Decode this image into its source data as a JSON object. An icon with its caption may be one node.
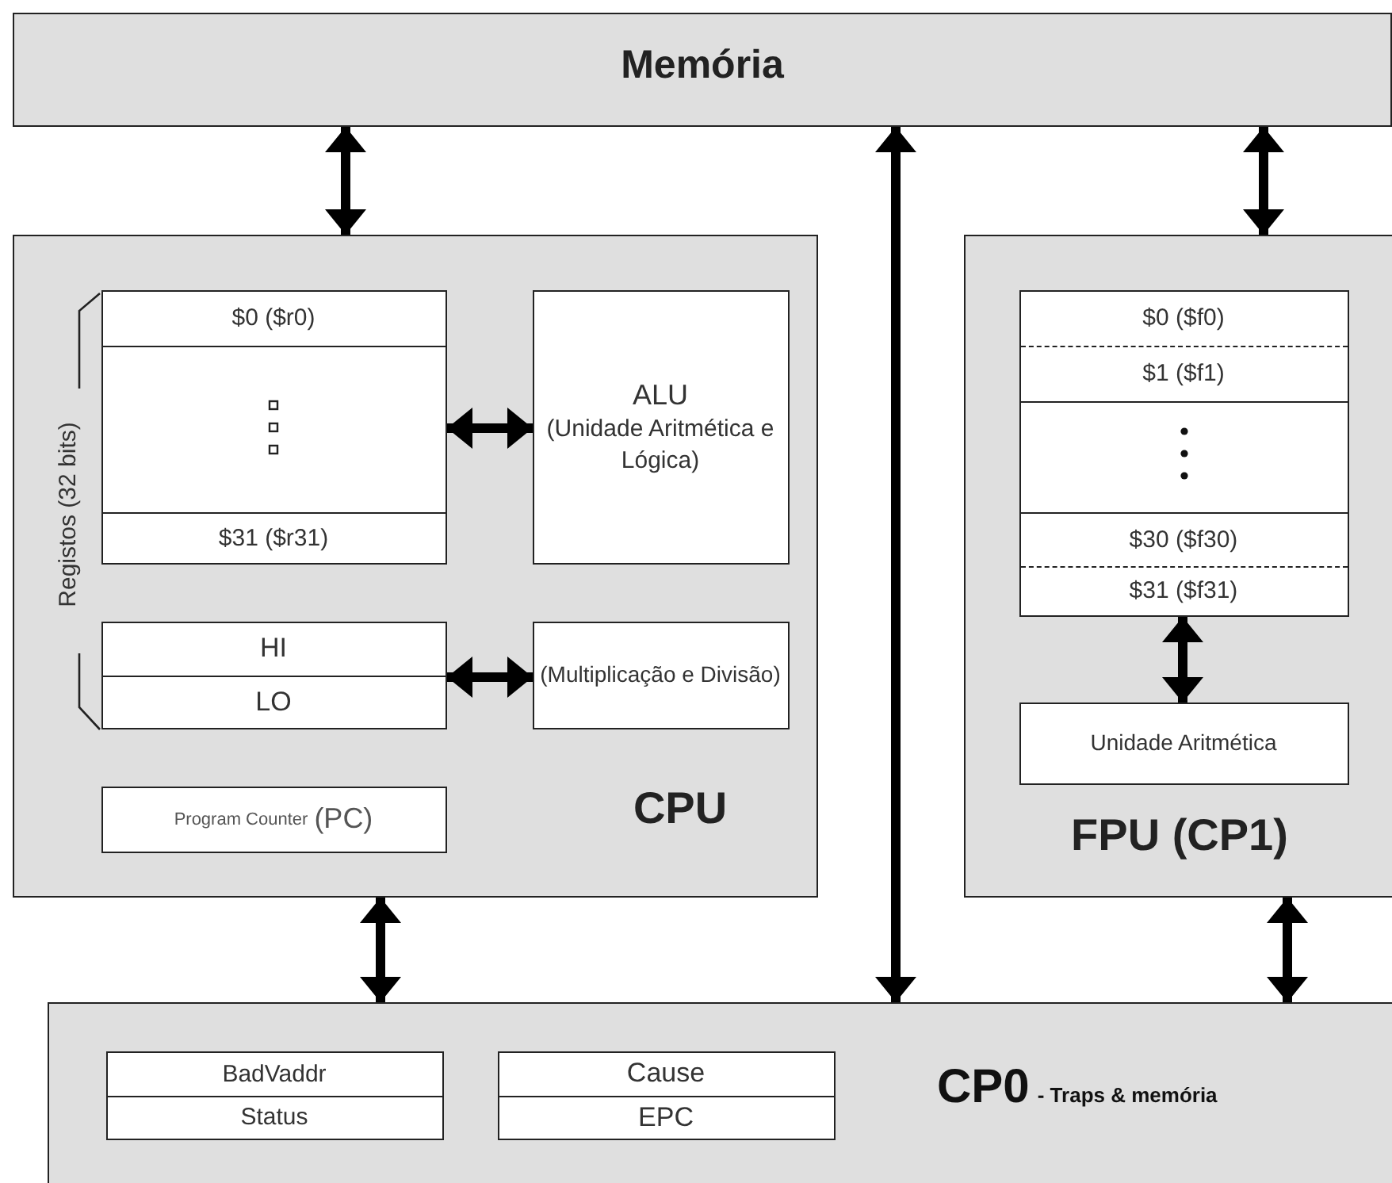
{
  "diagram": {
    "nodes": [
      {
        "text": [
          "Memória"
        ]
      },
      {
        "text": [
          "CPU"
        ]
      },
      {
        "text": [
          "$0 ($r0)",
          "$31 ($r31)"
        ],
        "in": 1
      },
      {
        "text": [
          "ALU",
          "(Unidade Aritmética e Lógica)"
        ],
        "in": 1
      },
      {
        "text": [
          "HI",
          "LO"
        ],
        "in": 1
      },
      {
        "text": [
          "(Multiplicação e Divisão)"
        ],
        "in": 1
      },
      {
        "text": [
          "Program Counter",
          "(PC)"
        ],
        "in": 1
      },
      {
        "text": [
          "FPU (CP1)"
        ]
      },
      {
        "text": [
          "$0 ($f0)",
          "$1 ($f1)",
          "$30 ($f30)",
          "$31 ($f31)"
        ],
        "in": 7
      },
      {
        "text": [
          "Unidade Aritmética"
        ],
        "in": 7
      },
      {
        "text": [
          "CP0",
          "- Traps & memória"
        ]
      },
      {
        "text": [
          "BadVaddr",
          "Status"
        ],
        "in": 10
      },
      {
        "text": [
          "Cause",
          "EPC"
        ],
        "in": 10
      }
    ],
    "edges": [
      {
        "from": 0,
        "to": 1,
        "arrow": "both"
      },
      {
        "from": 0,
        "to": 10,
        "arrow": "both"
      },
      {
        "from": 0,
        "to": 7,
        "arrow": "both"
      },
      {
        "from": 2,
        "to": 3,
        "arrow": "both"
      },
      {
        "from": 4,
        "to": 5,
        "arrow": "both"
      },
      {
        "from": 8,
        "to": 9,
        "arrow": "both"
      },
      {
        "from": 1,
        "to": 10,
        "arrow": "both"
      },
      {
        "from": 7,
        "to": 10,
        "arrow": "both"
      }
    ],
    "labels": [
      "Registos (32 bits)"
    ]
  }
}
